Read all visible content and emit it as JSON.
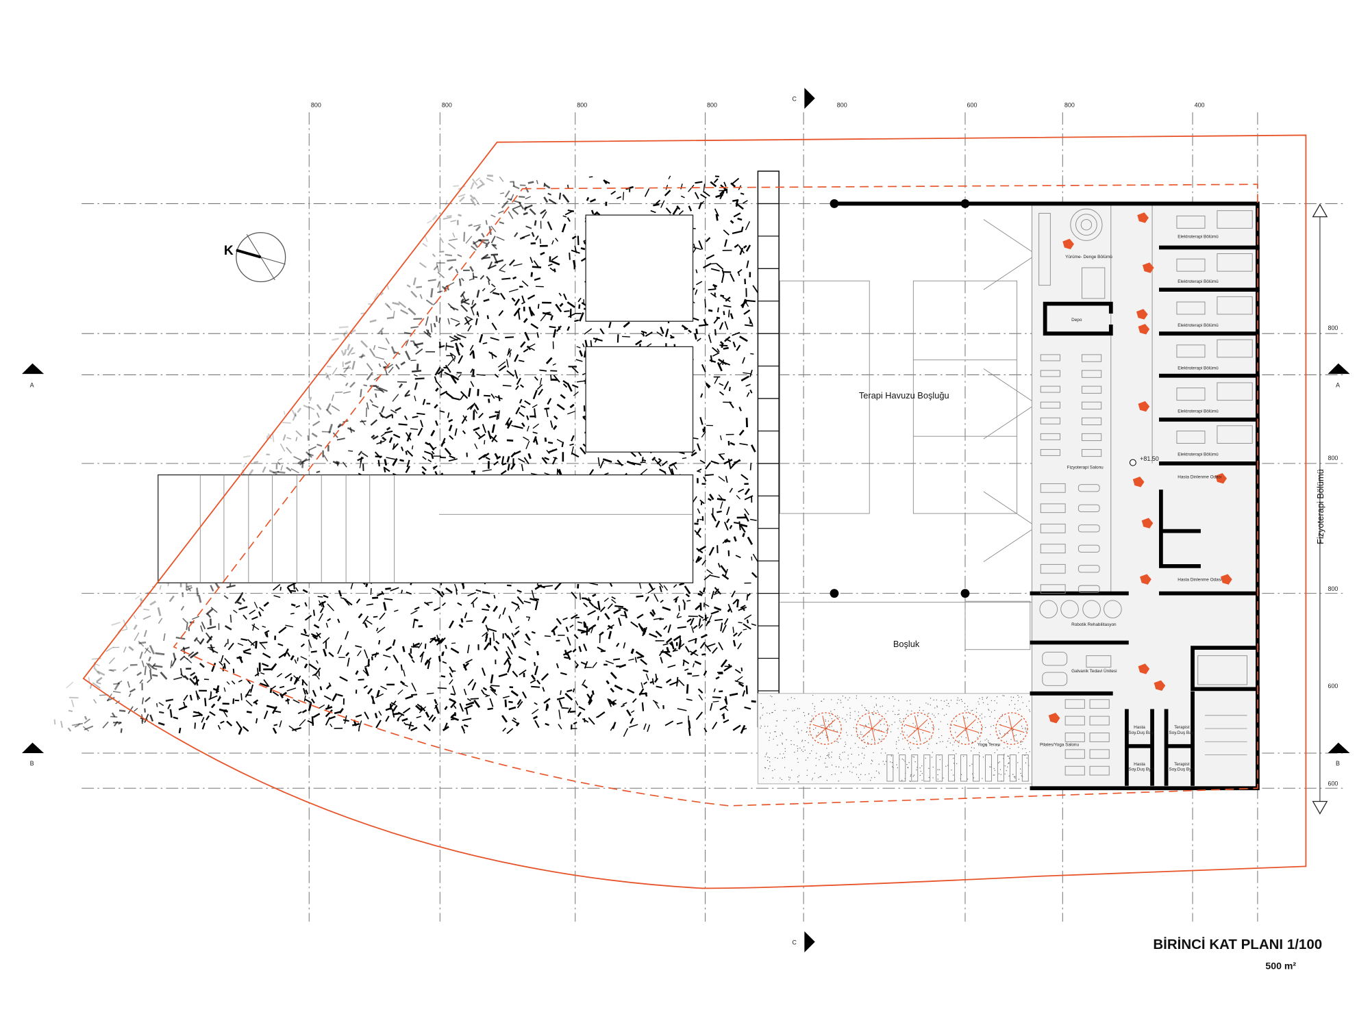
{
  "title": "BİRİNCİ KAT PLANI 1/100",
  "area": "500 m²",
  "north_label": "K",
  "section_labels": {
    "a": "A",
    "b": "B",
    "c": "C"
  },
  "top_dimensions": [
    "800",
    "800",
    "800",
    "800",
    "800",
    "600",
    "800",
    "400"
  ],
  "right_dimensions": [
    "800",
    "800",
    "800",
    "600",
    "600"
  ],
  "rooms": {
    "pool_void": "Terapi Havuzu Boşluğu",
    "void": "Boşluk",
    "department": "Fizyoterapi Bölümü",
    "walk_balance": "Yürüme- Denge Bölümü",
    "storage": "Depo",
    "electrotherapy": [
      "Elektroterapi Bölümü",
      "Elektroterapi Bölümü",
      "Elektroterapi Bölümü",
      "Elektroterapi Bölümü",
      "Elektroterapi Bölümü",
      "Elektroterapi Bölümü"
    ],
    "physio_hall": "Fizyoterapi Salonu",
    "level": "+81.50",
    "rest_room_1": "Hasta Dinlenme Odası",
    "rest_room_2": "Hasta Dinlenme Odası",
    "robotic": "Robotik Rehabilitasyon",
    "galvanic": "Galvanik Tedavi Ünitesi",
    "pilates": "Pilates/Yoga Salonu",
    "yoga_terrace": "Yoga Terası",
    "patient_shower_m": [
      "Hasta",
      "Soy.Duş Bay"
    ],
    "therapist_shower_m": [
      "Terapist",
      "Soy.Duş Bay"
    ],
    "patient_shower_f": [
      "Hasta",
      "Soy.Duş Byn"
    ],
    "therapist_shower_f": [
      "Terapist",
      "Soy.Duş Byn"
    ]
  },
  "colors": {
    "accent": "#e8542a",
    "floor": "#f2f2f2",
    "wall": "#000000"
  }
}
